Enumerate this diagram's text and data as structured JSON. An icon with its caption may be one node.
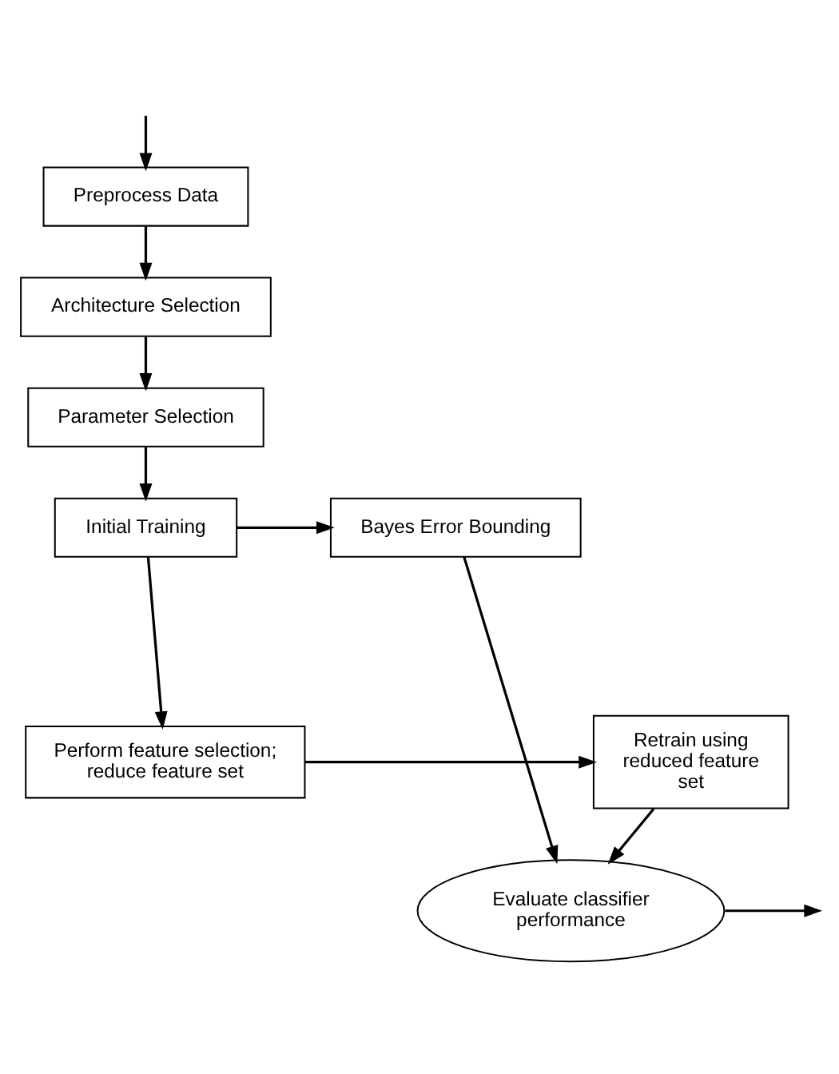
{
  "diagram": {
    "nodes": [
      {
        "text": [
          "Preprocess Data"
        ]
      },
      {
        "text": [
          "Architecture Selection"
        ]
      },
      {
        "text": [
          "Parameter Selection"
        ]
      },
      {
        "text": [
          "Initial Training"
        ]
      },
      {
        "text": [
          "Bayes Error Bounding"
        ]
      },
      {
        "text": [
          "Evaluate classifier performance"
        ]
      },
      {
        "text": [
          "Perform feature selection; reduce feature set"
        ]
      },
      {
        "text": [
          "Retrain using reduced feature set"
        ]
      }
    ],
    "edges": [
      {
        "from": null,
        "to": 0,
        "arrow": "to"
      },
      {
        "from": 0,
        "to": 1,
        "arrow": "to"
      },
      {
        "from": 1,
        "to": 2,
        "arrow": "to"
      },
      {
        "from": 2,
        "to": 3,
        "arrow": "to"
      },
      {
        "from": 3,
        "to": 4,
        "arrow": "to"
      },
      {
        "from": 4,
        "to": 5,
        "arrow": "to"
      },
      {
        "from": 3,
        "to": 6,
        "arrow": "to"
      },
      {
        "from": 6,
        "to": 7,
        "arrow": "to"
      },
      {
        "from": 7,
        "to": 5,
        "arrow": "to"
      },
      {
        "from": 5,
        "to": null,
        "arrow": "to"
      }
    ]
  }
}
